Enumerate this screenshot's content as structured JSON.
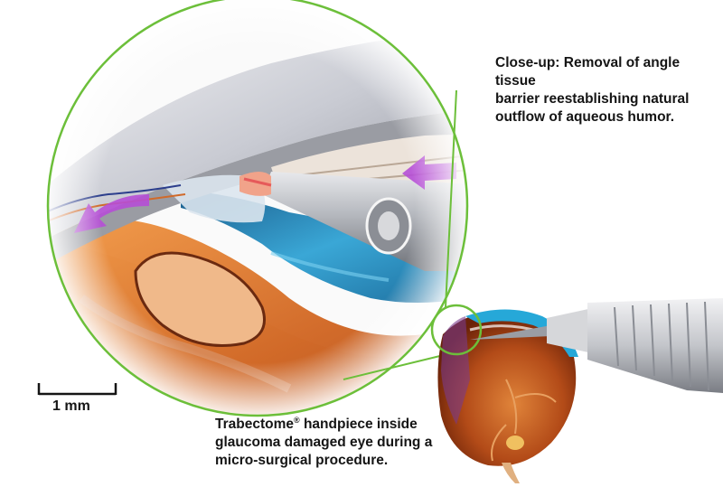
{
  "captions": {
    "closeup": "Close-up: Removal of angle tissue\nbarrier reestablishing natural\noutflow of aqueous humor.",
    "eye_prefix": "Trabectome",
    "eye_registered": "®",
    "eye_rest": " handpiece inside\nglaucoma damaged eye during a\nmicro-surgical procedure."
  },
  "scale_bar": {
    "label": "1 mm"
  },
  "colors": {
    "ring_green": "#6cbf3a",
    "arrow_purple": "#b64ed6",
    "tissue_orange": "#e07a2a",
    "aqueous_blue": "#2b8fc0",
    "instrument_gray": "#b9bcc2"
  }
}
